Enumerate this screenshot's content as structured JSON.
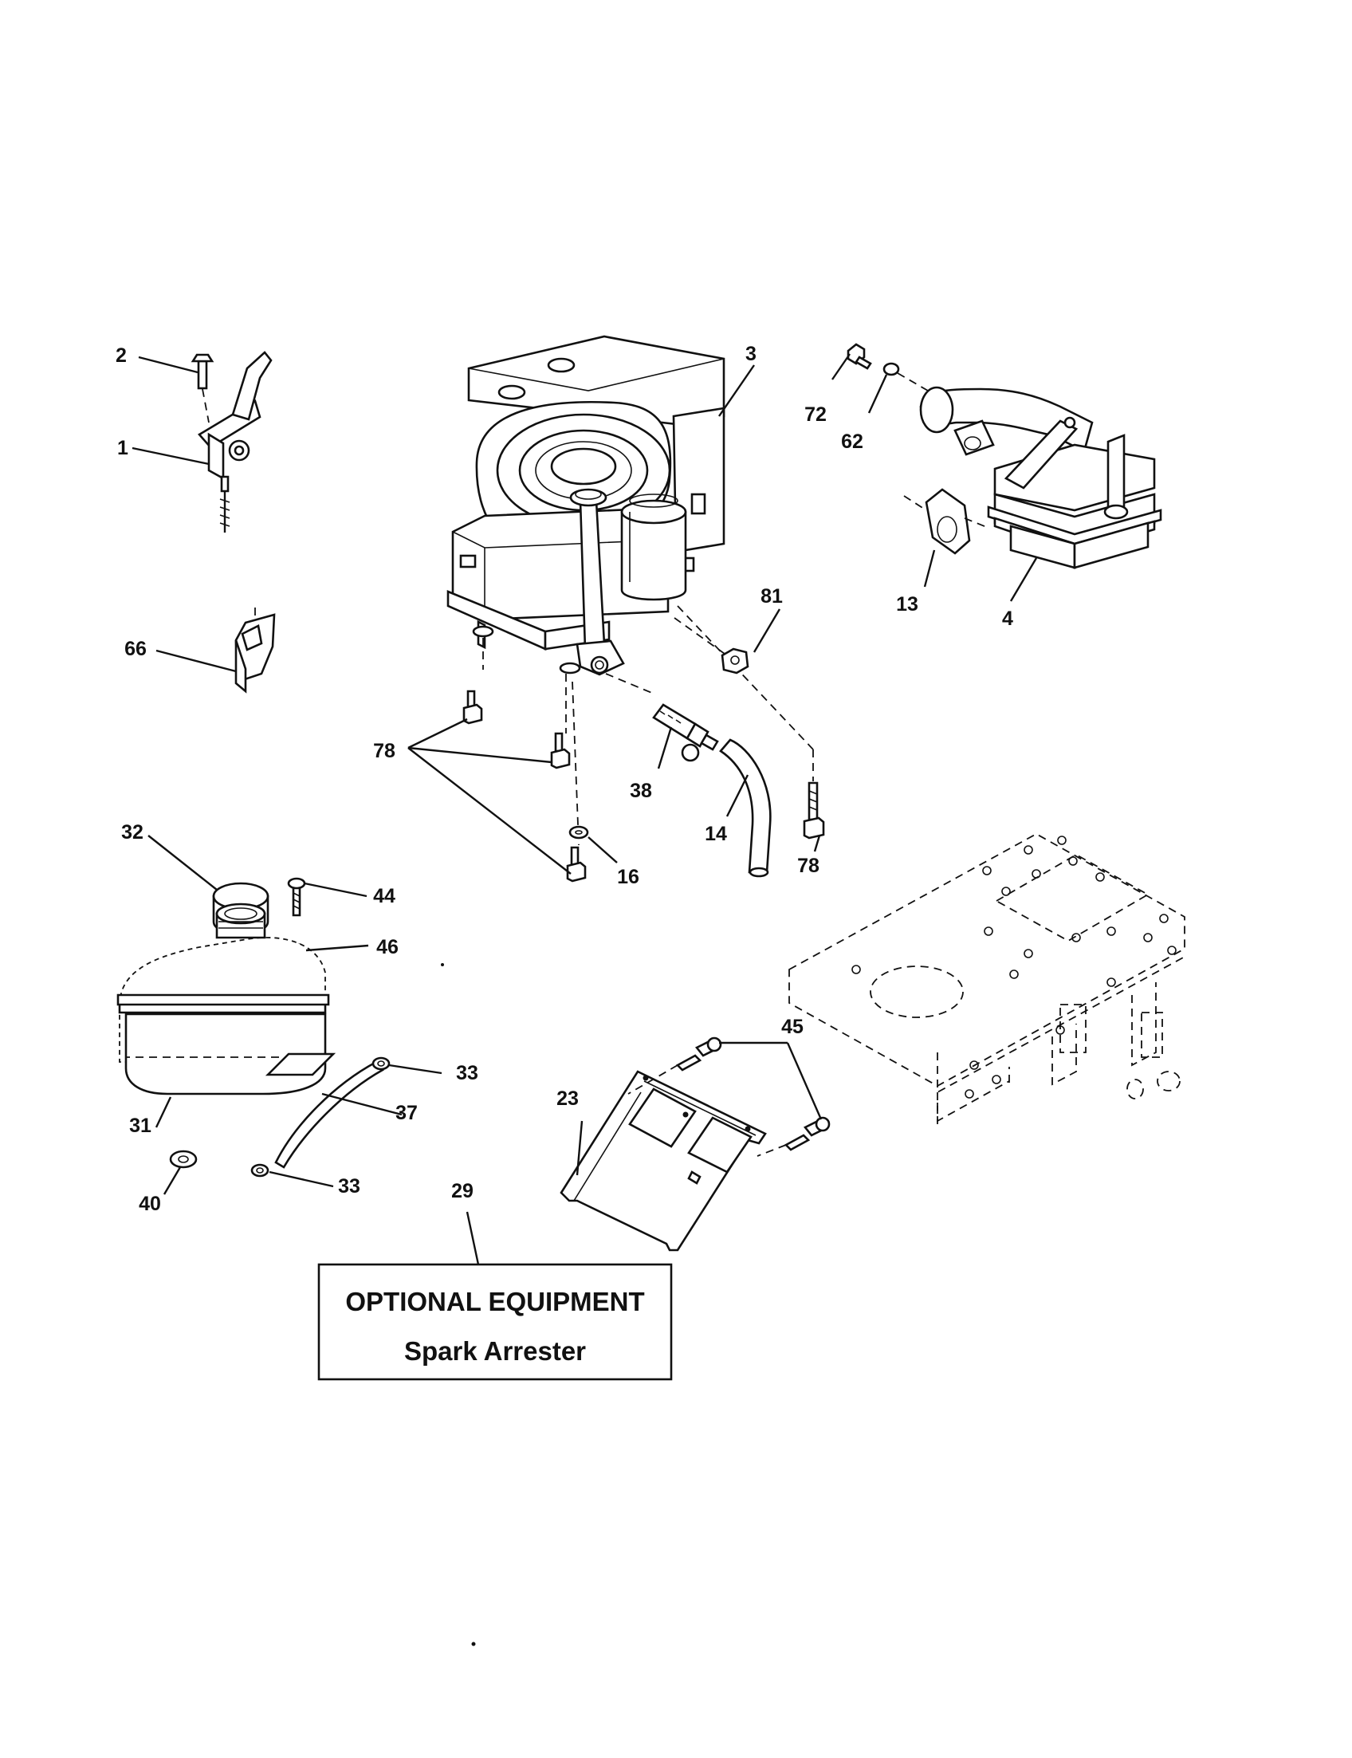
{
  "diagram": {
    "callouts": [
      "1",
      "2",
      "3",
      "4",
      "13",
      "14",
      "16",
      "23",
      "29",
      "31",
      "32",
      "33",
      "33",
      "37",
      "38",
      "40",
      "44",
      "45",
      "46",
      "62",
      "66",
      "72",
      "78",
      "78",
      "81"
    ],
    "optional_box": {
      "title": "OPTIONAL EQUIPMENT",
      "subtitle": "Spark Arrester"
    }
  }
}
